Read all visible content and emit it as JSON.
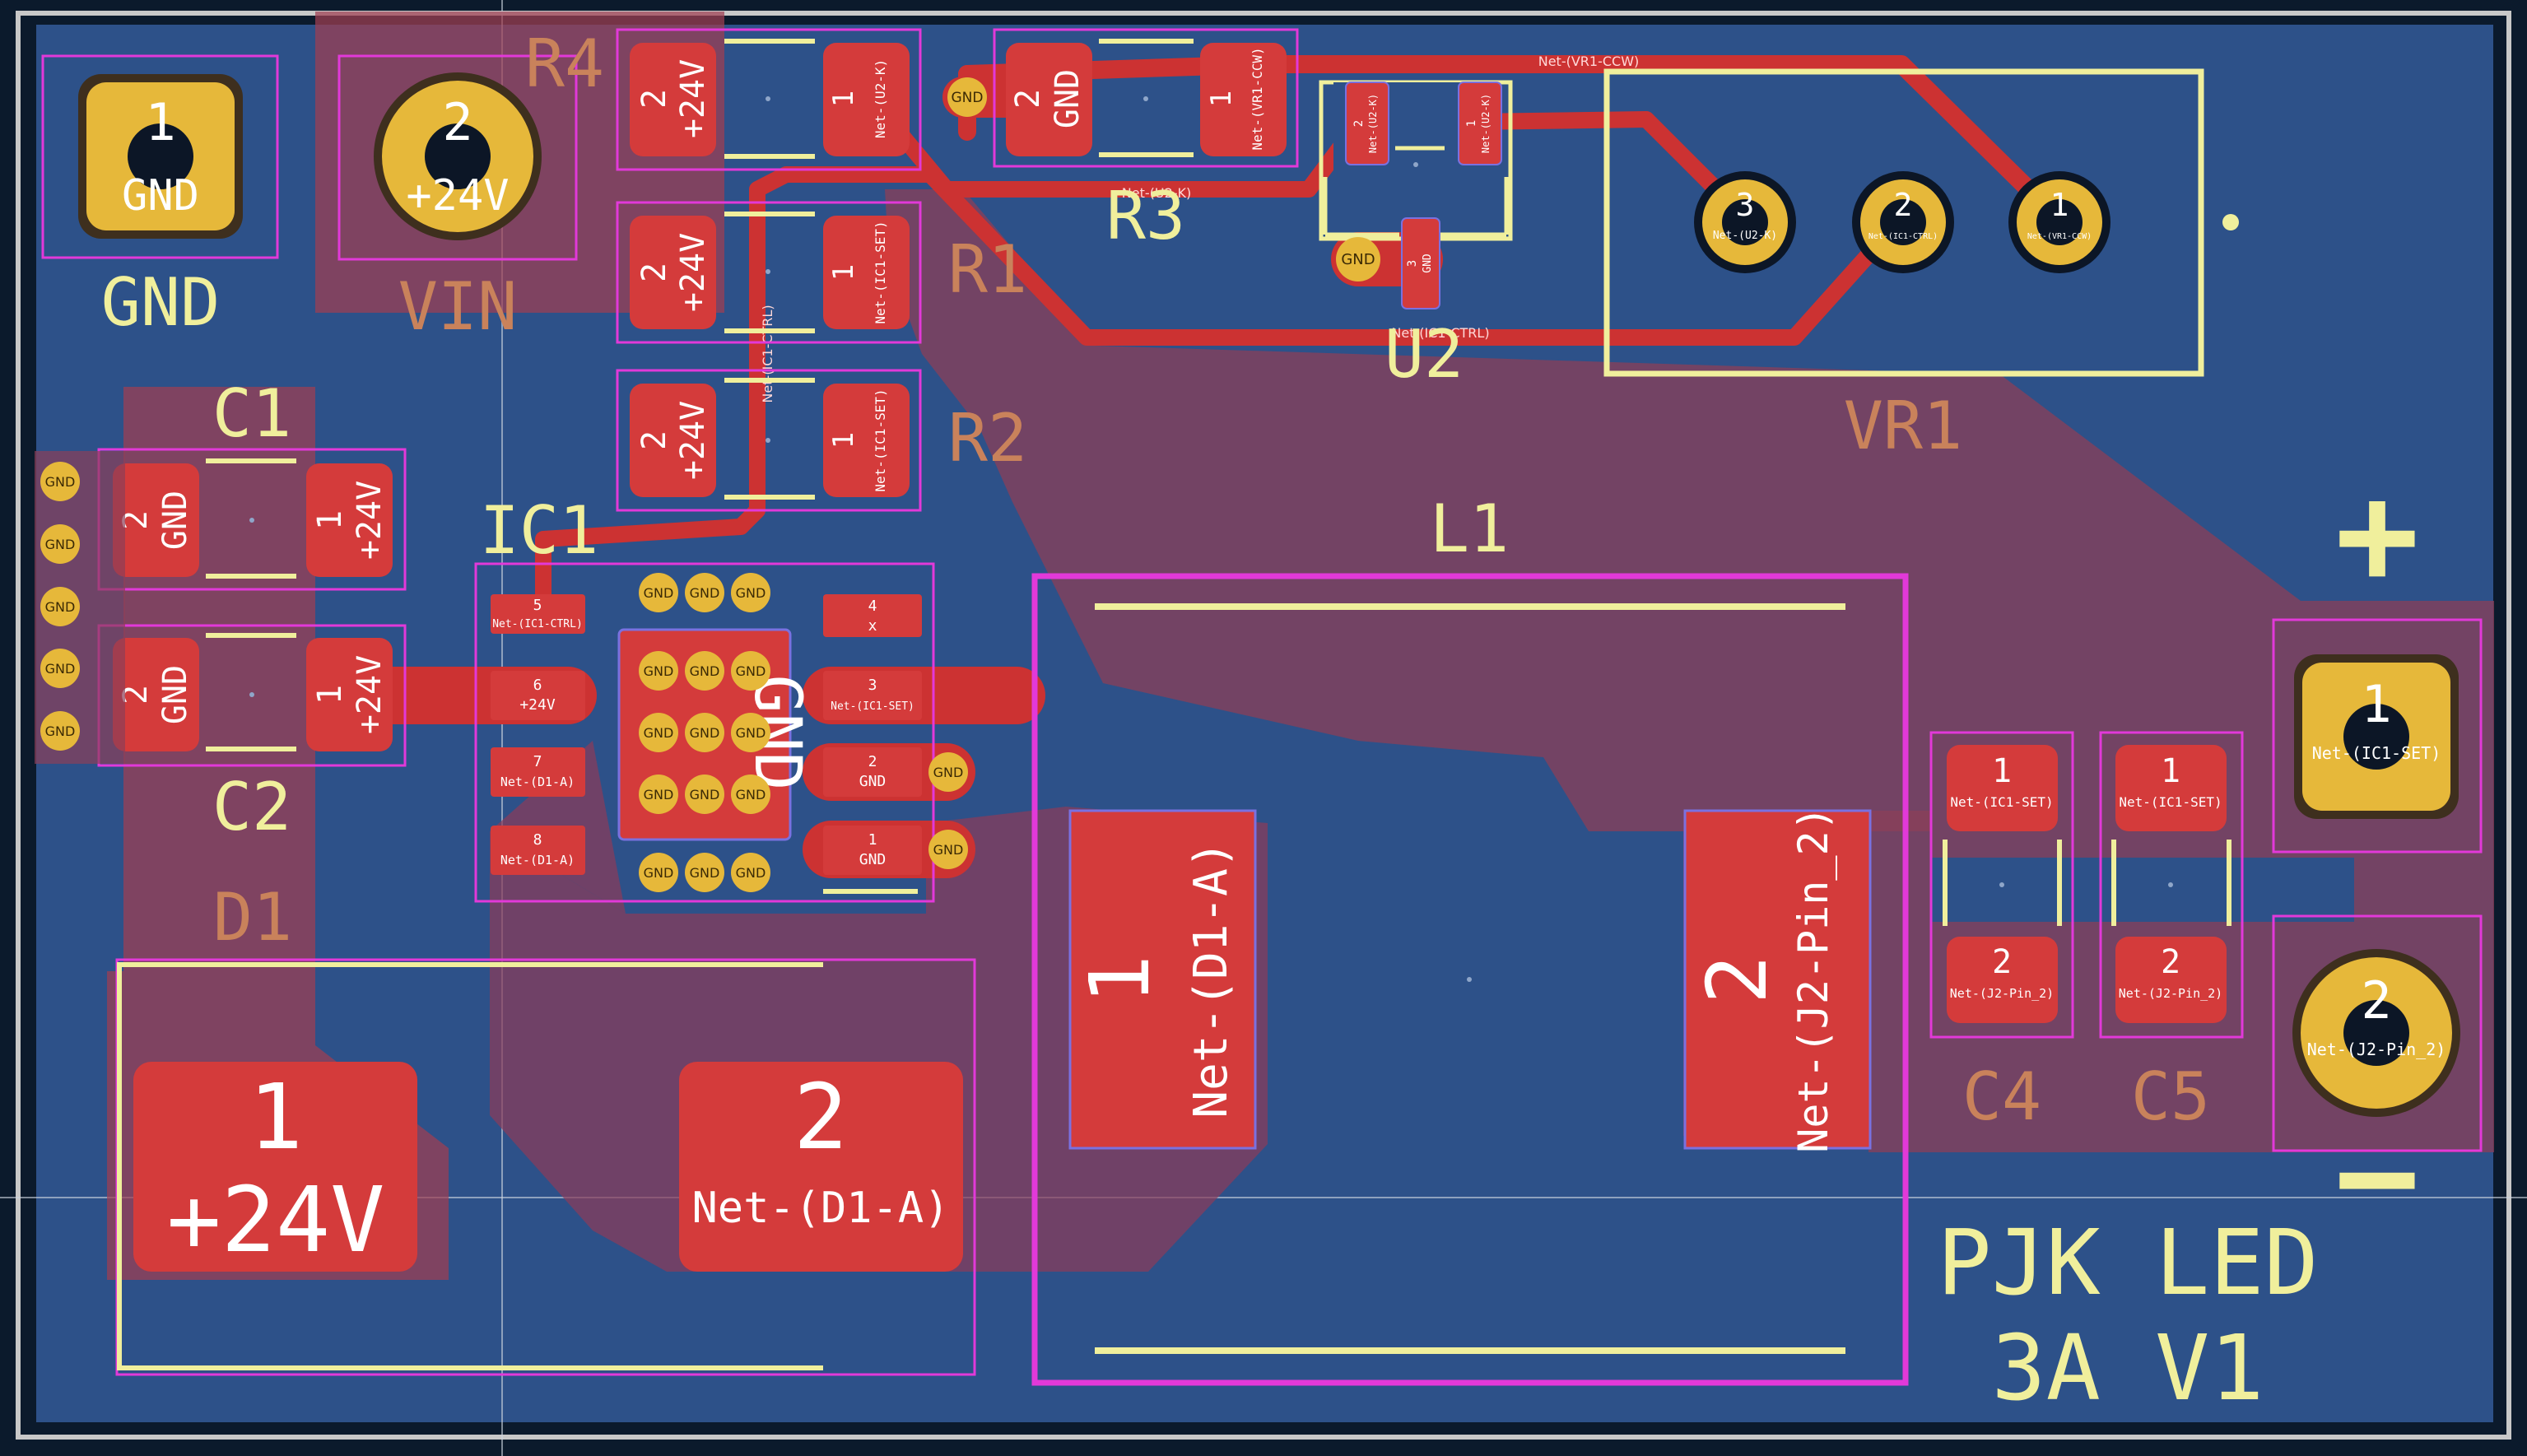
{
  "board": {
    "title_line1": "PJK LED",
    "title_line2": "3A V1",
    "plus_symbol": "+",
    "minus_symbol": "−",
    "colors": {
      "copper_fill": "#2d5189",
      "pad": "#d43b3b",
      "trace": "#cc3232",
      "zone": "#8b3f58",
      "silk": "#f0ef9c",
      "courtyard": "#e239d9",
      "thru_pad": "#e6b83a"
    }
  },
  "connectors": {
    "gnd": {
      "ref": "GND",
      "pad_num": "1",
      "pad_net": "GND"
    },
    "vin": {
      "ref": "VIN",
      "pad_num": "2",
      "pad_net": "+24V"
    },
    "j2_pin1": {
      "pad_num": "1",
      "pad_net": "Net-(IC1-SET)"
    },
    "j2_pin2": {
      "pad_num": "2",
      "pad_net": "Net-(J2-Pin_2)"
    }
  },
  "components": {
    "r4": {
      "ref": "R4",
      "pad1": "1",
      "pad1_net": "Net-(U2-K)",
      "pad2": "2",
      "pad2_net": "+24V"
    },
    "r3": {
      "ref": "R3",
      "pad1": "1",
      "pad1_net": "Net-(VR1-CCW)",
      "pad2": "2",
      "pad2_net": "GND"
    },
    "r1": {
      "ref": "R1",
      "pad1": "1",
      "pad1_net": "Net-(IC1-SET)",
      "pad2": "2",
      "pad2_net": "+24V"
    },
    "r2": {
      "ref": "R2",
      "pad1": "1",
      "pad1_net": "Net-(IC1-SET)",
      "pad2": "2",
      "pad2_net": "+24V"
    },
    "c1": {
      "ref": "C1",
      "pad1": "1",
      "pad1_net": "+24V",
      "pad2": "2",
      "pad2_net": "GND"
    },
    "c2": {
      "ref": "C2",
      "pad1": "1",
      "pad1_net": "+24V",
      "pad2": "2",
      "pad2_net": "GND"
    },
    "c4": {
      "ref": "C4",
      "pad1": "1",
      "pad1_net": "Net-(IC1-SET)",
      "pad2": "2",
      "pad2_net": "Net-(J2-Pin_2)"
    },
    "c5": {
      "ref": "C5",
      "pad1": "1",
      "pad1_net": "Net-(IC1-SET)",
      "pad2": "2",
      "pad2_net": "Net-(J2-Pin_2)"
    },
    "d1": {
      "ref": "D1",
      "pad1": "1",
      "pad1_net": "+24V",
      "pad2": "2",
      "pad2_net": "Net-(D1-A)"
    },
    "l1": {
      "ref": "L1",
      "pad1": "1",
      "pad1_net": "Net-(D1-A)",
      "pad2": "2",
      "pad2_net": "Net-(J2-Pin_2)"
    },
    "u2": {
      "ref": "U2",
      "pad1": "1",
      "pad1_net": "Net-(U2-K)",
      "pad2": "2",
      "pad2_net": "Net-(U2-K)",
      "pad3": "3",
      "pad3_net": "GND"
    },
    "vr1": {
      "ref": "VR1",
      "pad1": "1",
      "pad1_net": "Net-(VR1-CCW)",
      "pad2": "2",
      "pad2_net": "Net-(IC1-CTRL)",
      "pad3": "3",
      "pad3_net": "Net-(U2-K)"
    },
    "ic1": {
      "ref": "IC1",
      "center_net": "GND",
      "pins": [
        {
          "num": "5",
          "net": "Net-(IC1-CTRL)"
        },
        {
          "num": "6",
          "net": "+24V"
        },
        {
          "num": "7",
          "net": "Net-(D1-A)"
        },
        {
          "num": "8",
          "net": "Net-(D1-A)"
        },
        {
          "num": "4",
          "net": "x"
        },
        {
          "num": "3",
          "net": "Net-(IC1-SET)"
        },
        {
          "num": "2",
          "net": "GND"
        },
        {
          "num": "1",
          "net": "GND"
        }
      ]
    }
  },
  "traces": {
    "vr1_ccw": "Net-(VR1-CCW)",
    "u2_k": "Net-(U2-K)",
    "ic1_ctrl_h": "Net-(IC1-CTRL)",
    "ic1_ctrl_v": "Net-(IC1-CTRL)"
  },
  "vias": {
    "gnd": "GND"
  }
}
